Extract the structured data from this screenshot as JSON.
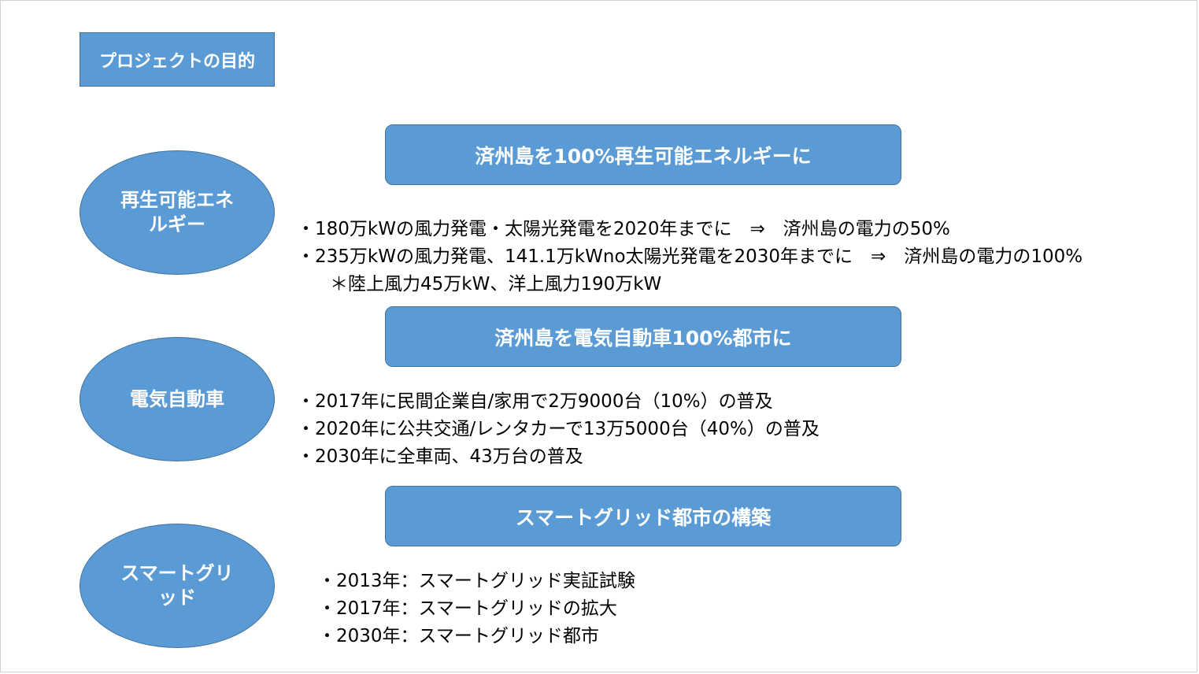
{
  "title": "プロジェクトの目的",
  "sections": [
    {
      "ellipse_label": "再生可能エネルギー",
      "banner": "済州島を100%再生可能エネルギーに",
      "bullets": [
        "・180万kWの風力発電・太陽光発電を2020年までに　⇒　済州島の電力の50%",
        "・235万kWの風力発電、141.1万kWno太陽光発電を2030年までに　⇒　済州島の電力の100%",
        "＊陸上風力45万kW、洋上風力190万kW"
      ]
    },
    {
      "ellipse_label": "電気自動車",
      "banner": "済州島を電気自動車100%都市に",
      "bullets": [
        "・2017年に民間企業自/家用で2万9000台（10%）の普及",
        "・2020年に公共交通/レンタカーで13万5000台（40%）の普及",
        "・2030年に全車両、43万台の普及"
      ]
    },
    {
      "ellipse_label": "スマートグリッド",
      "banner": "スマートグリッド都市の構築",
      "bullets": [
        "・2013年：スマートグリッド実証試験",
        "・2017年：スマートグリッドの拡大",
        "・2030年：スマートグリッド都市"
      ]
    }
  ],
  "colors": {
    "shape_fill": "#5b9bd5",
    "shape_border": "#41719c",
    "shape_text": "#ffffff",
    "body_text": "#000000"
  }
}
